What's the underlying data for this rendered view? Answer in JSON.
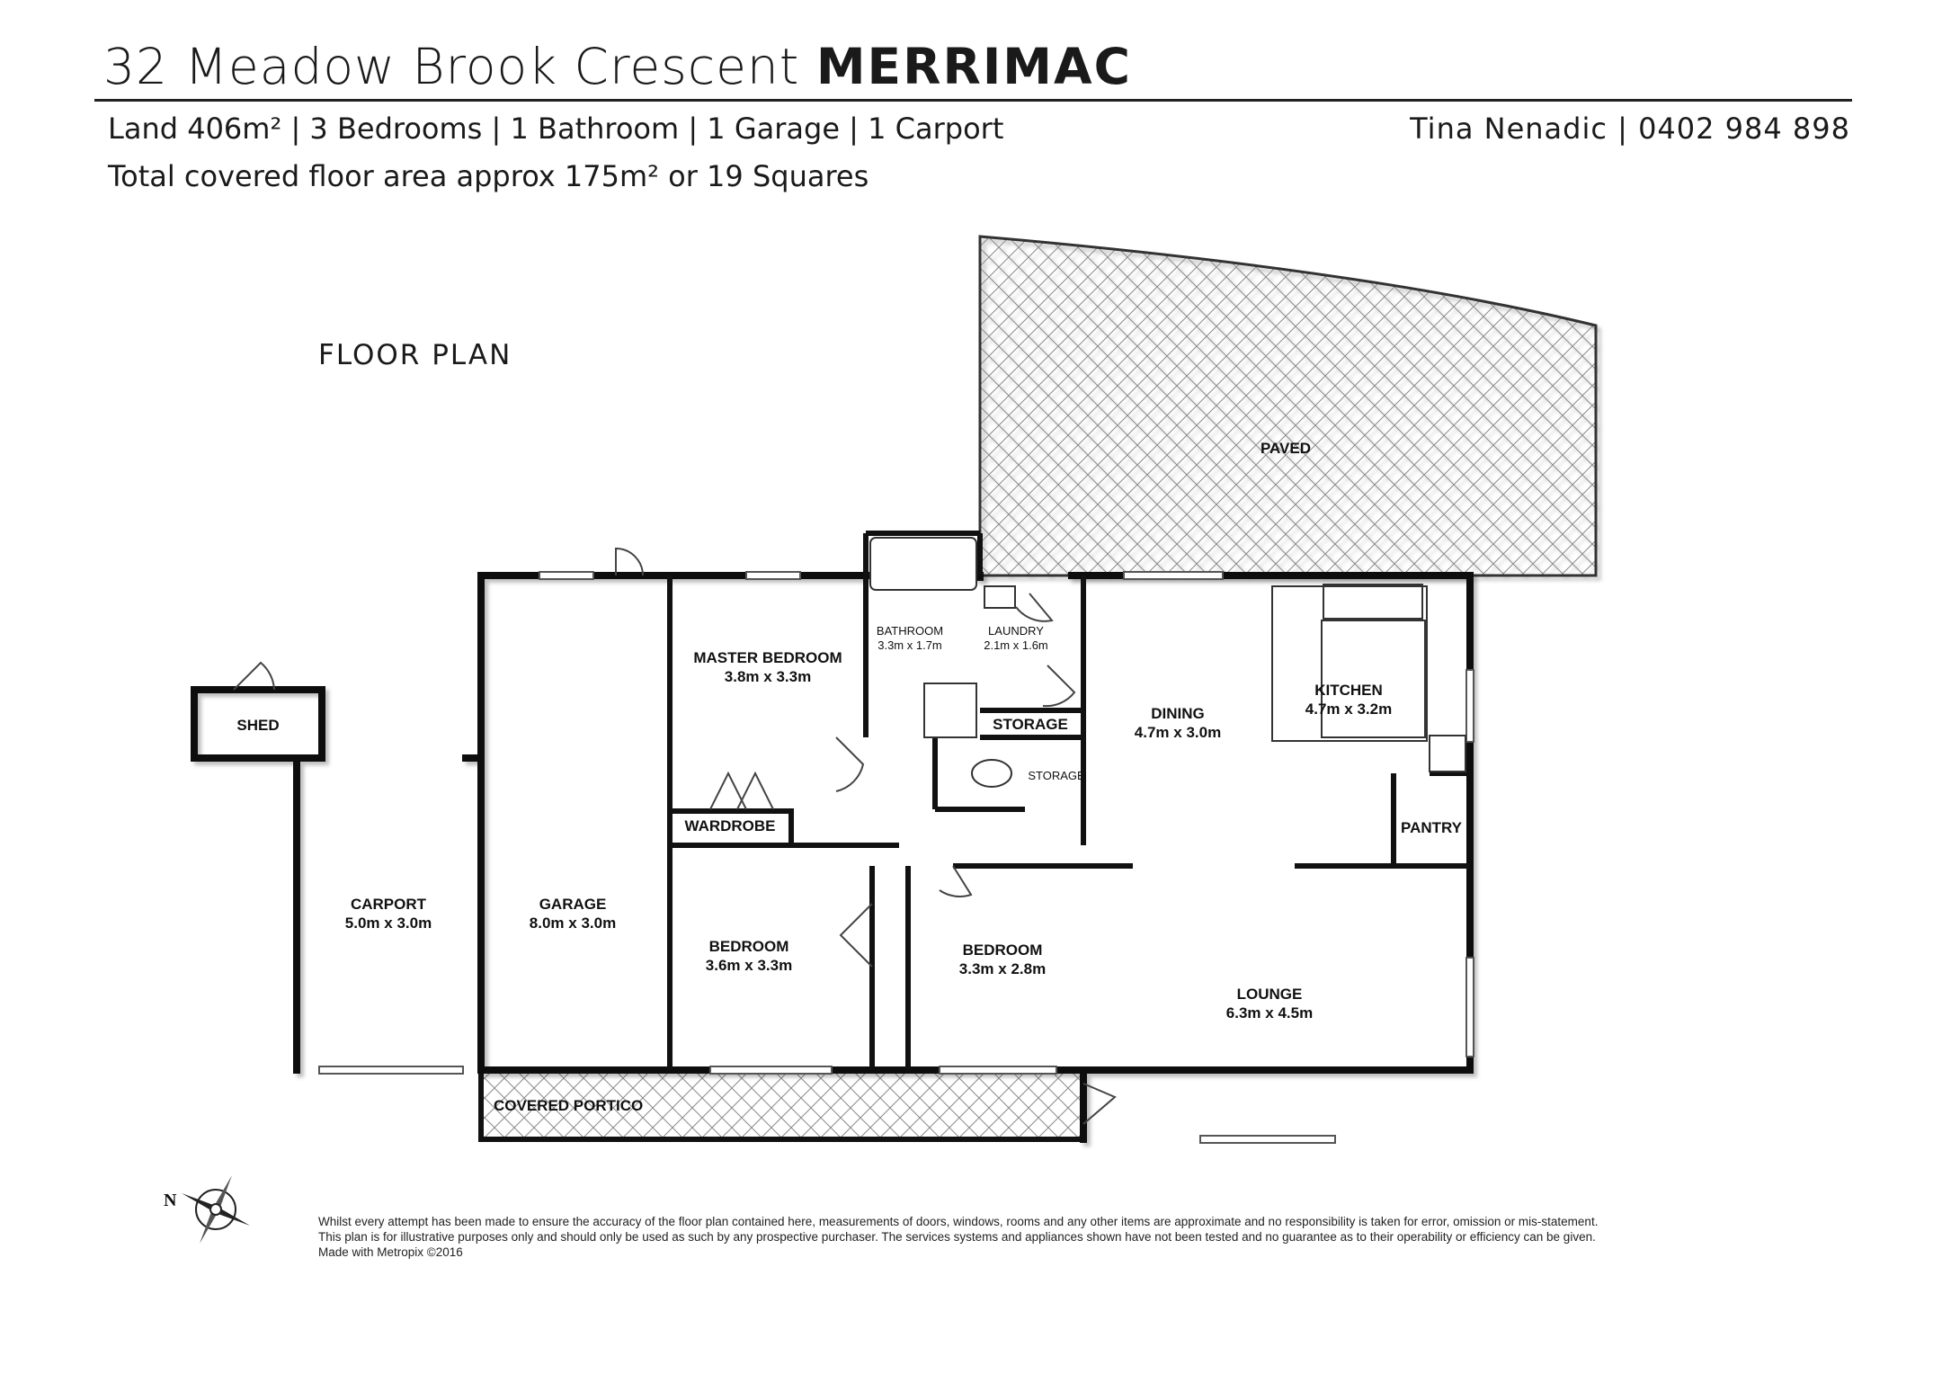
{
  "header": {
    "address": "32 Meadow Brook Crescent",
    "suburb": "MERRIMAC",
    "summary": "Land 406m² | 3 Bedrooms | 1 Bathroom | 1 Garage | 1 Carport",
    "floor_area": "Total covered floor area approx 175m² or 19 Squares",
    "agent": "Tina Nenadic | 0402 984 898"
  },
  "plan": {
    "label": "FLOOR PLAN",
    "compass_letter": "N",
    "rooms": {
      "paved": {
        "name": "PAVED"
      },
      "shed": {
        "name": "SHED"
      },
      "carport": {
        "name": "CARPORT",
        "dims": "5.0m x 3.0m"
      },
      "garage": {
        "name": "GARAGE",
        "dims": "8.0m x 3.0m"
      },
      "master": {
        "name": "MASTER BEDROOM",
        "dims": "3.8m x 3.3m"
      },
      "wardrobe": {
        "name": "WARDROBE"
      },
      "bathroom": {
        "name": "BATHROOM",
        "dims": "3.3m x 1.7m"
      },
      "laundry": {
        "name": "LAUNDRY",
        "dims": "2.1m x 1.6m"
      },
      "storage": {
        "name": "STORAGE"
      },
      "storage_small": {
        "name": "STORAGE"
      },
      "dining": {
        "name": "DINING",
        "dims": "4.7m x 3.0m"
      },
      "kitchen": {
        "name": "KITCHEN",
        "dims": "4.7m x 3.2m"
      },
      "pantry": {
        "name": "PANTRY"
      },
      "bedroom2": {
        "name": "BEDROOM",
        "dims": "3.6m x 3.3m"
      },
      "bedroom3": {
        "name": "BEDROOM",
        "dims": "3.3m x 2.8m"
      },
      "lounge": {
        "name": "LOUNGE",
        "dims": "6.3m x 4.5m"
      },
      "portico": {
        "name": "COVERED PORTICO"
      }
    }
  },
  "disclaimer": {
    "line1": "Whilst every attempt has been made to ensure the accuracy of the floor plan contained here, measurements of doors, windows, rooms and any other items are approximate and no responsibility is taken for error, omission or mis-statement.",
    "line2": "This plan is for illustrative purposes only and should only be used as such by any prospective purchaser. The services systems and appliances shown have not been tested and no guarantee as to their operability or efficiency can be given.",
    "line3": "Made with Metropix ©2016"
  }
}
